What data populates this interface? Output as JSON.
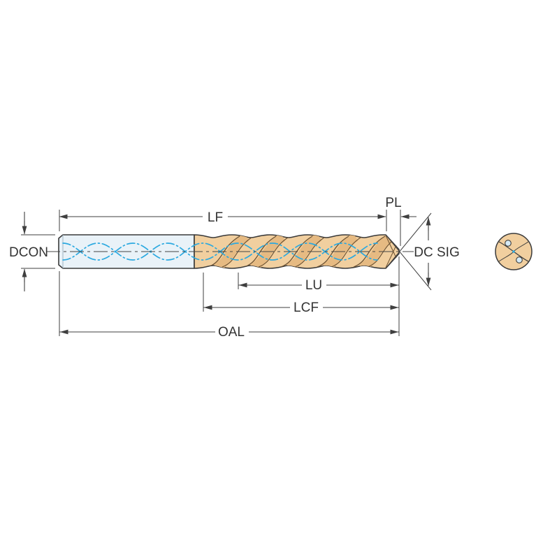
{
  "diagram": {
    "name": "drill-dimension-drawing",
    "labels": {
      "lf": "LF",
      "pl": "PL",
      "dcon": "DCON",
      "dc_sig": "DC SIG",
      "lu": "LU",
      "lcf": "LCF",
      "oal": "OAL"
    },
    "colors": {
      "shank_fill": "#e9f2f8",
      "flute_fill": "#f1cf9f",
      "flute_shading": "#e6ba82",
      "flute_edge": "#6b5132",
      "coolant_blue": "#2ba9e0",
      "outline": "#3a3a3a",
      "dimension": "#3f3f3f",
      "label_text": "#333333",
      "background": "#ffffff"
    }
  }
}
